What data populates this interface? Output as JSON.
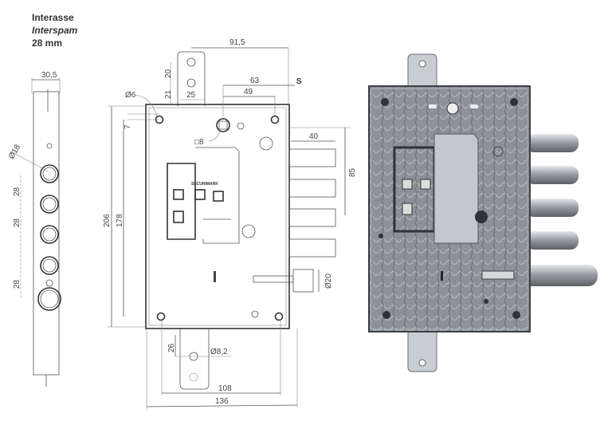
{
  "header": {
    "line1": "Interasse",
    "line2": "Interspam",
    "line3": "28 mm"
  },
  "side_view": {
    "width": "30,5",
    "bolt_diameter": "Ø18",
    "spacings": [
      "28",
      "28",
      "28"
    ]
  },
  "front_view": {
    "top_overall": "91,5",
    "top_plate_h1": "20",
    "top_plate_h2": "21",
    "top_plate_w": "25",
    "backset_s": "63",
    "backset_s_label": "S",
    "hole_spacing": "49",
    "hole_diameter": "Ø6",
    "hole_offset": "7",
    "spindle": "□8",
    "height_total": "206",
    "height_holes": "178",
    "bolt_throw": "40",
    "bolt_span": "85",
    "latch_diameter": "Ø20",
    "bottom_plate_h": "26",
    "bottom_hole": "Ø8,2",
    "width_holes": "108",
    "width_total": "136",
    "logo_text": "SECURIMARK"
  },
  "colors": {
    "line": "#555555",
    "photo_body": "#8c9096",
    "photo_plate": "#c9ccd0",
    "bolt": "#a9adb2"
  }
}
